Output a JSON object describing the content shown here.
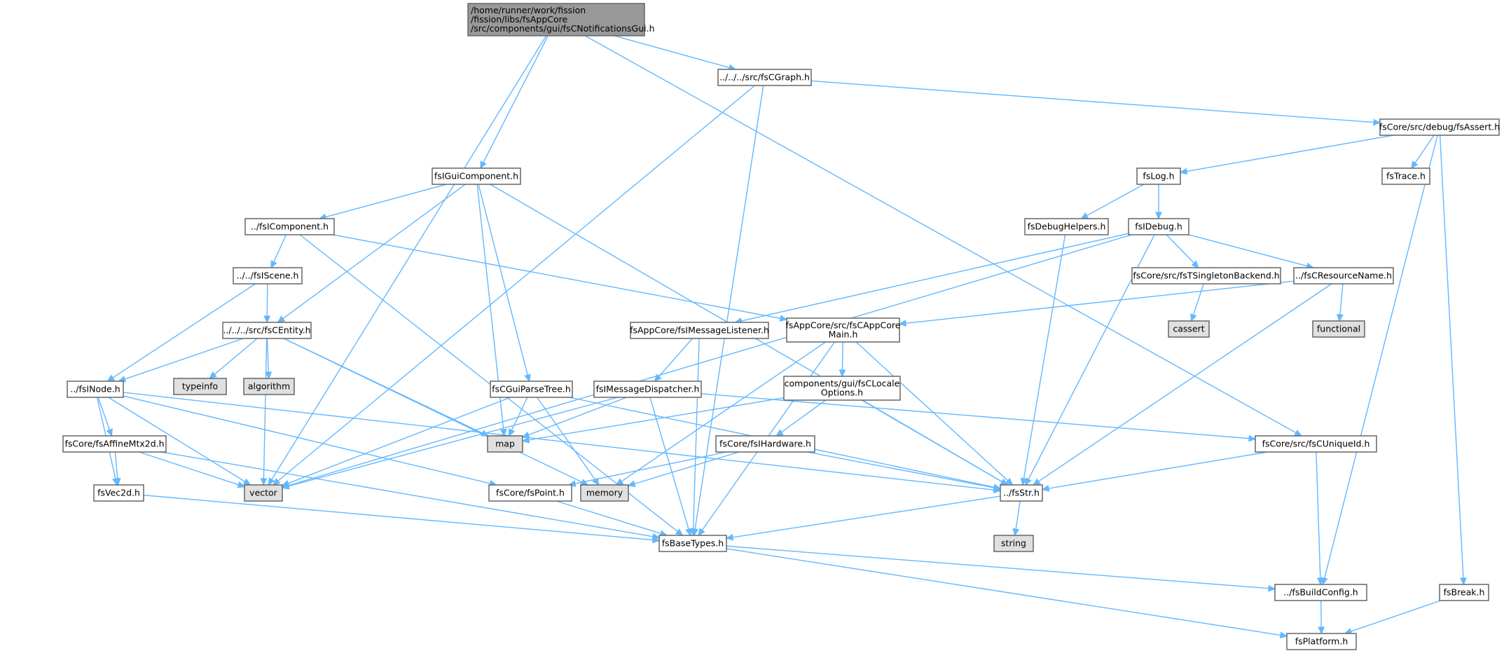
{
  "graph_type": "include dependency graph",
  "colors": {
    "edge": "#63b8ff",
    "node_fill": "#ffffff",
    "node_border": "#666666",
    "root_fill": "#999999",
    "system_fill": "#e0e0e0",
    "system_border": "#999999"
  },
  "nodes": [
    {
      "id": "root",
      "lines": [
        "/home/runner/work/fission",
        "/fission/libs/fsAppCore",
        "/src/components/gui/fsCNotificationsGui.h"
      ],
      "kind": "root"
    },
    {
      "id": "fsCGraph",
      "lines": [
        "../../../src/fsCGraph.h"
      ],
      "kind": "file"
    },
    {
      "id": "fsIGuiComponent",
      "lines": [
        "fsIGuiComponent.h"
      ],
      "kind": "file"
    },
    {
      "id": "fsAssert",
      "lines": [
        "fsCore/src/debug/fsAssert.h"
      ],
      "kind": "file"
    },
    {
      "id": "fsLog",
      "lines": [
        "fsLog.h"
      ],
      "kind": "file"
    },
    {
      "id": "fsTrace",
      "lines": [
        "fsTrace.h"
      ],
      "kind": "file"
    },
    {
      "id": "fsIComponent",
      "lines": [
        "../fsIComponent.h"
      ],
      "kind": "file"
    },
    {
      "id": "fsDebugHelpers",
      "lines": [
        "fsDebugHelpers.h"
      ],
      "kind": "file"
    },
    {
      "id": "fsIDebug",
      "lines": [
        "fsIDebug.h"
      ],
      "kind": "file"
    },
    {
      "id": "fsIScene",
      "lines": [
        "../../fsIScene.h"
      ],
      "kind": "file"
    },
    {
      "id": "fsTSingleton",
      "lines": [
        "fsCore/src/fsTSingletonBackend.h"
      ],
      "kind": "file"
    },
    {
      "id": "fsCResourceName",
      "lines": [
        "../fsCResourceName.h"
      ],
      "kind": "file"
    },
    {
      "id": "fsCEntity",
      "lines": [
        "../../../src/fsCEntity.h"
      ],
      "kind": "file"
    },
    {
      "id": "fsIMessageListener",
      "lines": [
        "fsAppCore/fsIMessageListener.h"
      ],
      "kind": "file"
    },
    {
      "id": "fsCAppCoreMain",
      "lines": [
        "fsAppCore/src/fsCAppCore",
        "Main.h"
      ],
      "kind": "file"
    },
    {
      "id": "cassert",
      "lines": [
        "cassert"
      ],
      "kind": "system"
    },
    {
      "id": "functional",
      "lines": [
        "functional"
      ],
      "kind": "system"
    },
    {
      "id": "typeinfo",
      "lines": [
        "typeinfo"
      ],
      "kind": "system"
    },
    {
      "id": "algorithm",
      "lines": [
        "algorithm"
      ],
      "kind": "system"
    },
    {
      "id": "fsINode",
      "lines": [
        "../fsINode.h"
      ],
      "kind": "file"
    },
    {
      "id": "fsCGuiParseTree",
      "lines": [
        "fsCGuiParseTree.h"
      ],
      "kind": "file"
    },
    {
      "id": "fsIMessageDispatcher",
      "lines": [
        "fsIMessageDispatcher.h"
      ],
      "kind": "file"
    },
    {
      "id": "fsCLocaleOptions",
      "lines": [
        "components/gui/fsCLocale",
        "Options.h"
      ],
      "kind": "file"
    },
    {
      "id": "fsAffineMtx2d",
      "lines": [
        "fsCore/fsAffineMtx2d.h"
      ],
      "kind": "file"
    },
    {
      "id": "map",
      "lines": [
        "map"
      ],
      "kind": "system"
    },
    {
      "id": "fsIHardware",
      "lines": [
        "fsCore/fsIHardware.h"
      ],
      "kind": "file"
    },
    {
      "id": "fsCUniqueId",
      "lines": [
        "fsCore/src/fsCUniqueId.h"
      ],
      "kind": "file"
    },
    {
      "id": "vector",
      "lines": [
        "vector"
      ],
      "kind": "system"
    },
    {
      "id": "memory",
      "lines": [
        "memory"
      ],
      "kind": "system"
    },
    {
      "id": "fsVec2d",
      "lines": [
        "fsVec2d.h"
      ],
      "kind": "file"
    },
    {
      "id": "fsPoint",
      "lines": [
        "fsCore/fsPoint.h"
      ],
      "kind": "file"
    },
    {
      "id": "fsStr",
      "lines": [
        "../fsStr.h"
      ],
      "kind": "file"
    },
    {
      "id": "string",
      "lines": [
        "string"
      ],
      "kind": "system"
    },
    {
      "id": "fsBaseTypes",
      "lines": [
        "fsBaseTypes.h"
      ],
      "kind": "file"
    },
    {
      "id": "fsBuildConfig",
      "lines": [
        "../fsBuildConfig.h"
      ],
      "kind": "file"
    },
    {
      "id": "fsBreak",
      "lines": [
        "fsBreak.h"
      ],
      "kind": "file"
    },
    {
      "id": "fsPlatform",
      "lines": [
        "fsPlatform.h"
      ],
      "kind": "file"
    }
  ],
  "edges": [
    [
      "root",
      "fsCGraph"
    ],
    [
      "root",
      "fsIGuiComponent"
    ],
    [
      "root",
      "vector"
    ],
    [
      "root",
      "fsCUniqueId"
    ],
    [
      "fsCGraph",
      "fsAssert"
    ],
    [
      "fsCGraph",
      "vector"
    ],
    [
      "fsCGraph",
      "fsBaseTypes"
    ],
    [
      "fsAssert",
      "fsLog"
    ],
    [
      "fsAssert",
      "fsTrace"
    ],
    [
      "fsAssert",
      "fsBuildConfig"
    ],
    [
      "fsAssert",
      "fsBreak"
    ],
    [
      "fsLog",
      "fsDebugHelpers"
    ],
    [
      "fsLog",
      "fsIDebug"
    ],
    [
      "fsDebugHelpers",
      "fsStr"
    ],
    [
      "fsIDebug",
      "fsTSingleton"
    ],
    [
      "fsIDebug",
      "fsCResourceName"
    ],
    [
      "fsIDebug",
      "fsStr"
    ],
    [
      "fsIDebug",
      "vector"
    ],
    [
      "fsIDebug",
      "fsIMessageListener"
    ],
    [
      "fsTSingleton",
      "cassert"
    ],
    [
      "fsCResourceName",
      "functional"
    ],
    [
      "fsCResourceName",
      "fsStr"
    ],
    [
      "fsCResourceName",
      "fsCAppCoreMain"
    ],
    [
      "fsIGuiComponent",
      "fsIComponent"
    ],
    [
      "fsIGuiComponent",
      "fsCEntity"
    ],
    [
      "fsIGuiComponent",
      "map"
    ],
    [
      "fsIGuiComponent",
      "fsCGuiParseTree"
    ],
    [
      "fsIGuiComponent",
      "fsStr"
    ],
    [
      "fsIComponent",
      "fsIScene"
    ],
    [
      "fsIComponent",
      "fsCAppCoreMain"
    ],
    [
      "fsIComponent",
      "fsBaseTypes"
    ],
    [
      "fsIScene",
      "fsCEntity"
    ],
    [
      "fsIScene",
      "fsINode"
    ],
    [
      "fsCEntity",
      "fsINode"
    ],
    [
      "fsCEntity",
      "typeinfo"
    ],
    [
      "fsCEntity",
      "algorithm"
    ],
    [
      "fsCEntity",
      "map"
    ],
    [
      "fsCEntity",
      "vector"
    ],
    [
      "fsCEntity",
      "memory"
    ],
    [
      "fsINode",
      "fsAffineMtx2d"
    ],
    [
      "fsINode",
      "fsVec2d"
    ],
    [
      "fsINode",
      "vector"
    ],
    [
      "fsINode",
      "fsPoint"
    ],
    [
      "fsINode",
      "fsStr"
    ],
    [
      "fsAffineMtx2d",
      "fsVec2d"
    ],
    [
      "fsAffineMtx2d",
      "vector"
    ],
    [
      "fsAffineMtx2d",
      "fsBaseTypes"
    ],
    [
      "fsVec2d",
      "fsBaseTypes"
    ],
    [
      "fsCGuiParseTree",
      "map"
    ],
    [
      "fsCGuiParseTree",
      "vector"
    ],
    [
      "fsCGuiParseTree",
      "memory"
    ],
    [
      "fsCGuiParseTree",
      "fsStr"
    ],
    [
      "fsIMessageListener",
      "fsIMessageDispatcher"
    ],
    [
      "fsIMessageListener",
      "fsBaseTypes"
    ],
    [
      "fsIMessageDispatcher",
      "map"
    ],
    [
      "fsIMessageDispatcher",
      "vector"
    ],
    [
      "fsIMessageDispatcher",
      "fsBaseTypes"
    ],
    [
      "fsIMessageDispatcher",
      "fsCUniqueId"
    ],
    [
      "fsCAppCoreMain",
      "fsCLocaleOptions"
    ],
    [
      "fsCAppCoreMain",
      "memory"
    ],
    [
      "fsCAppCoreMain",
      "fsStr"
    ],
    [
      "fsCAppCoreMain",
      "fsBaseTypes"
    ],
    [
      "fsCLocaleOptions",
      "fsIHardware"
    ],
    [
      "fsCLocaleOptions",
      "map"
    ],
    [
      "fsCLocaleOptions",
      "fsStr"
    ],
    [
      "fsIHardware",
      "fsPoint"
    ],
    [
      "fsIHardware",
      "memory"
    ],
    [
      "fsIHardware",
      "fsStr"
    ],
    [
      "fsCUniqueId",
      "fsStr"
    ],
    [
      "fsCUniqueId",
      "fsBuildConfig"
    ],
    [
      "fsPoint",
      "fsBaseTypes"
    ],
    [
      "fsStr",
      "string"
    ],
    [
      "fsStr",
      "fsBaseTypes"
    ],
    [
      "fsBaseTypes",
      "fsBuildConfig"
    ],
    [
      "fsBaseTypes",
      "fsPlatform"
    ],
    [
      "fsBuildConfig",
      "fsPlatform"
    ],
    [
      "fsBreak",
      "fsPlatform"
    ]
  ]
}
